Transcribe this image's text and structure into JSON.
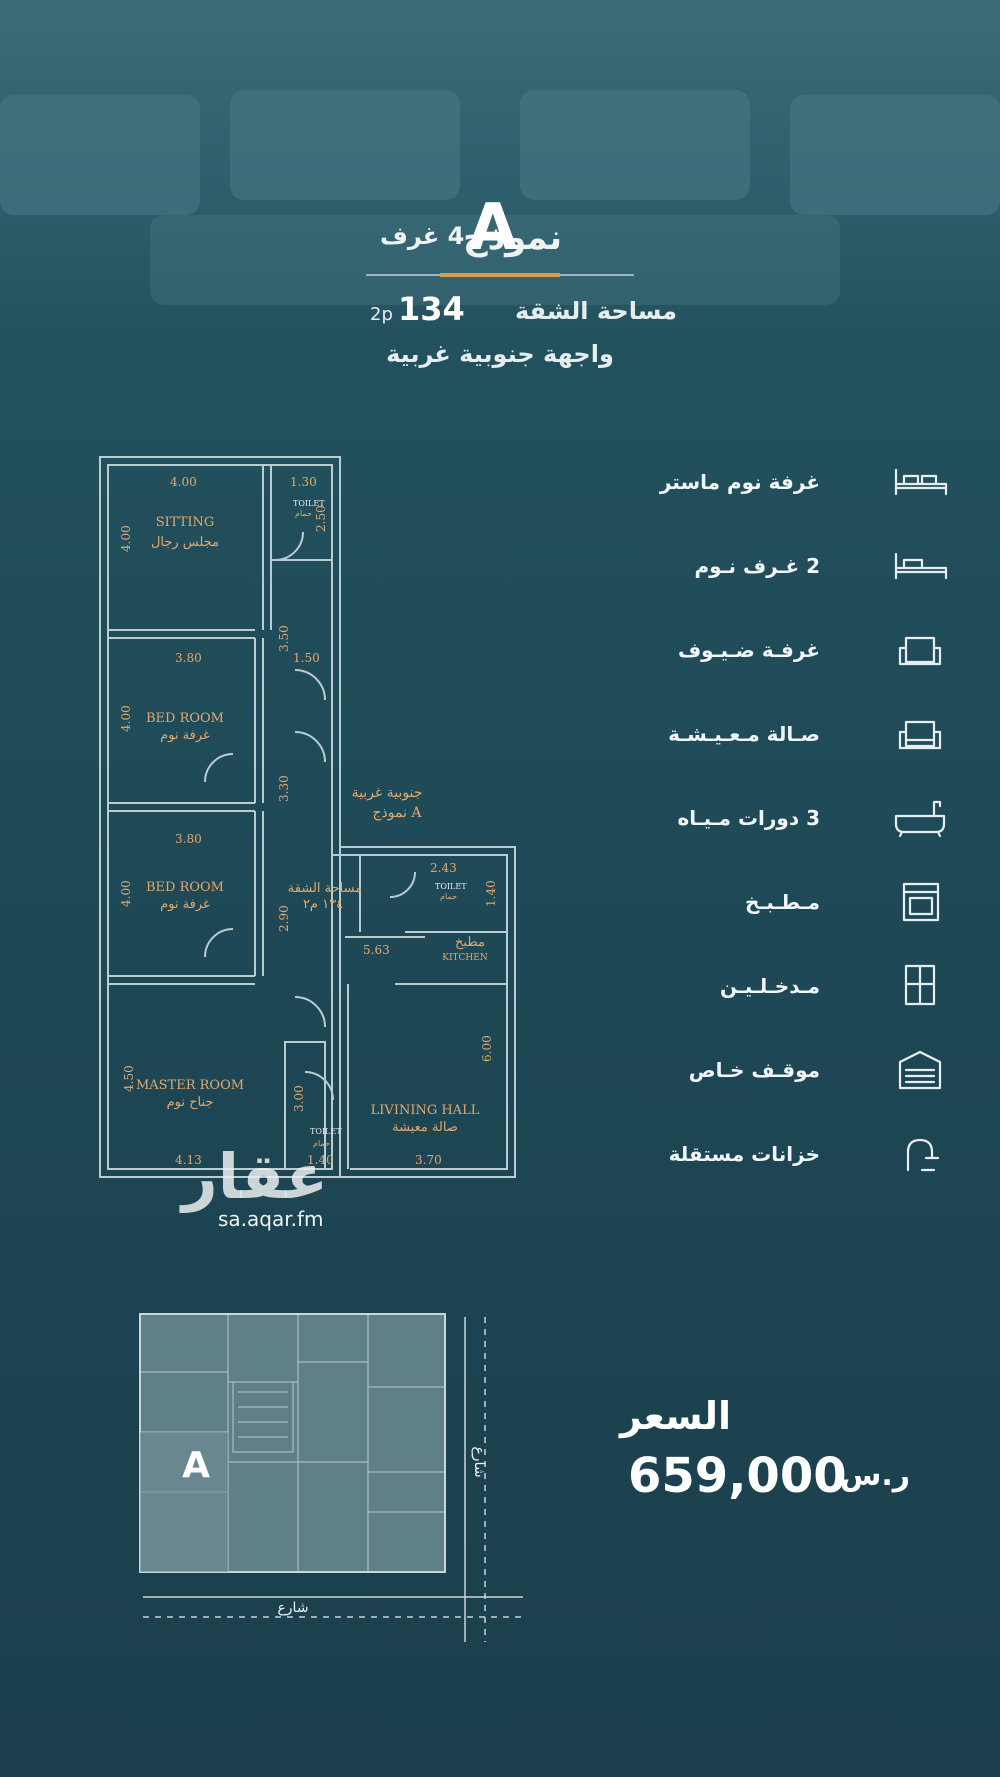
{
  "header": {
    "model_label": "نموذج",
    "model_letter": "A",
    "rooms_text": "4 غرف",
    "area_label": "مساحة الشقة",
    "area_value": "134",
    "area_unit": "2p",
    "facade": "واجهة جنوبية غربية"
  },
  "features": [
    {
      "icon": "double-bed-icon",
      "label": "غرفة نوم ماستر"
    },
    {
      "icon": "bed-icon",
      "label": "2 غـرف نـوم"
    },
    {
      "icon": "armchair-icon",
      "label": "غرفـة ضـيـوف"
    },
    {
      "icon": "sofa-icon",
      "label": "صـالة مـعـيـشـة"
    },
    {
      "icon": "bathtub-icon",
      "label": "3 دورات مـيـاه"
    },
    {
      "icon": "oven-icon",
      "label": "مـطـبـخ"
    },
    {
      "icon": "door-icon",
      "label": "مـدخـلـيـن"
    },
    {
      "icon": "garage-icon",
      "label": "موقـف خـاص"
    },
    {
      "icon": "water-tap-icon",
      "label": "خزانات مستقلة"
    }
  ],
  "plan": {
    "orientation_1": "جنوبية غربية",
    "orientation_2": "نموذج A",
    "area_1": "مساحة الشقة",
    "area_2": "١٣٤ م٢",
    "sitting_en": "SITTING",
    "sitting_ar": "مجلس رجال",
    "bed1_en": "BED ROOM",
    "bed1_ar": "غرفة نوم",
    "bed2_en": "BED ROOM",
    "bed2_ar": "غرفة نوم",
    "master_en": "MASTER ROOM",
    "master_ar": "جناح نوم",
    "living_en": "LIVINING HALL",
    "living_ar": "صالة معيشة",
    "kitchen_ar": "مطبخ",
    "kitchen_en": "KITCHEN",
    "toilet_en": "TOILET",
    "toilet_ar": "حمام",
    "dims": {
      "d400a": "4.00",
      "d130": "1.30",
      "d400b": "4.00",
      "d250": "2.50",
      "d350": "3.50",
      "d150": "1.50",
      "d380a": "3.80",
      "d400c": "4.00",
      "d330": "3.30",
      "d380b": "3.80",
      "d400d": "4.00",
      "d243": "2.43",
      "d140a": "1.40",
      "d290": "2.90",
      "d563": "5.63",
      "d600": "6.00",
      "d450": "4.50",
      "d300": "3.00",
      "d413": "4.13",
      "d140b": "1.40",
      "d370": "3.70"
    }
  },
  "watermark": {
    "logo": "عقار",
    "url": "sa.aqar.fm"
  },
  "site": {
    "street_1": "شارع",
    "street_2": "شارع",
    "unit_letter": "A"
  },
  "price": {
    "label": "السعر",
    "value": "659,000",
    "currency": "ر.س"
  }
}
